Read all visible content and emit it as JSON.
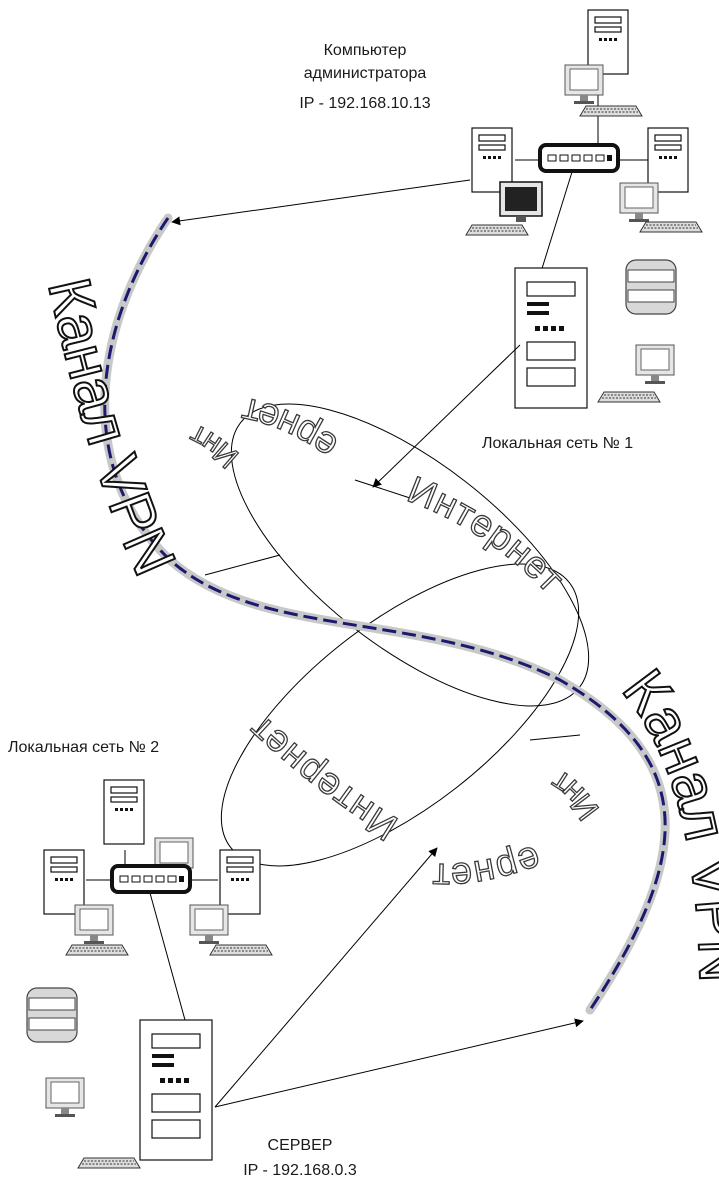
{
  "labels": {
    "admin_line1": "Компьютер",
    "admin_line2": "администратора",
    "admin_ip": "IP - 192.168.10.13",
    "lan1": "Локальная сеть № 1",
    "lan2": "Локальная сеть № 2",
    "server": "СЕРВЕР",
    "server_ip": "IP - 192.168.0.3"
  },
  "internet": {
    "full": "Интернет",
    "part_a": "Инт",
    "part_b": "ернет"
  },
  "vpn": {
    "top": "Канал VPN",
    "bottom_a": "Канал",
    "bottom_b": "VPN"
  },
  "colors": {
    "channel_gray": "#c8c8c8",
    "channel_dash": "#1c1a6e"
  }
}
